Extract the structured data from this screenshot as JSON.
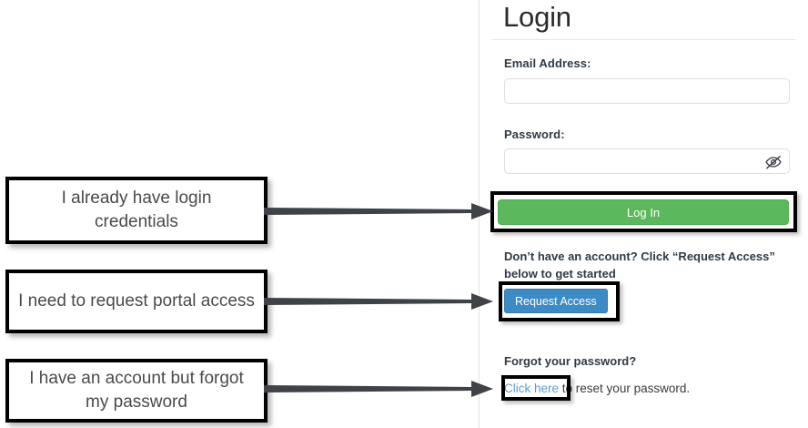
{
  "panel": {
    "title": "Login",
    "email_label": "Email Address:",
    "email_value": "",
    "email_placeholder": "",
    "password_label": "Password:",
    "password_value": "",
    "password_placeholder": "",
    "password_toggle_icon": "eye-slash-icon",
    "login_button": "Log In",
    "promo_text": "Don’t have an account? Click “Request Access” below to get started",
    "request_button": "Request Access",
    "forgot_heading": "Forgot your password?",
    "reset_link": "Click here",
    "reset_rest": " to reset your password."
  },
  "annotations": [
    {
      "text": "I already have login credentials"
    },
    {
      "text": "I need to request portal access"
    },
    {
      "text": "I have an account but forgot my password"
    }
  ],
  "colors": {
    "login_green": "#5cb85c",
    "request_blue": "#3d8bc4",
    "link_blue": "#5b9bd5",
    "highlight_black": "#000000",
    "arrow_gray": "#3f4247",
    "text_dark": "#303a45"
  }
}
